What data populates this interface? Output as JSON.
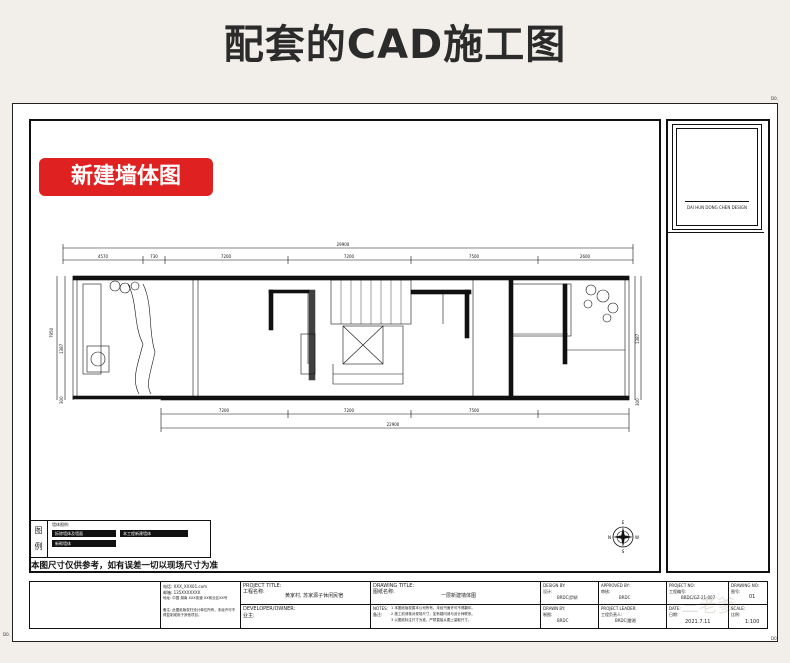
{
  "header": {
    "title": "配套的CAD施工图"
  },
  "sheet": {
    "corner_tr": "D0.",
    "corner_bl": "D0.",
    "corner_br": "D0.",
    "badge": "新建墙体图",
    "logo_text": "DAI HUN DONG CHEN DESIGN",
    "dims_top": {
      "total": "29900",
      "segments": [
        "4570",
        "730",
        "7200",
        "7200",
        "7500",
        "2600"
      ]
    },
    "dims_bottom": {
      "total": "22900",
      "segments": [
        "7200",
        "7200",
        "7500"
      ]
    },
    "dims_left": [
      "7950",
      "1387",
      "300"
    ],
    "dims_right": [
      "1387",
      "300"
    ],
    "legend": {
      "label_a": "图",
      "label_b": "例",
      "title": "墙体图例:",
      "items": [
        "拆除墙体及墙面",
        "本工程新建墙体",
        "新砌墙体"
      ]
    },
    "note": "本图尺寸仅供参考，如有误差一切以现场尺寸为准",
    "compass": {
      "n": "N",
      "e": "E",
      "w": "W",
      "s": "S"
    },
    "watermark": "三老爹"
  },
  "title_block": {
    "company": [
      "电话: XXX_XXX01.com",
      "邮箱: 135XXXXXXX",
      "地址: 中国 湖南 XXX街道 XX商业区XX号"
    ],
    "company_note": "备注: 此图纸版权归设计单位所有，未经许可不得复制或用于其他项目。",
    "project_title_label": "PROJECT TITLE:",
    "project_name_label": "工程名称:",
    "project_name": "黄家村, 苏家源子休闲民宿",
    "developer_label": "DEVELOPER/OWNER:",
    "owner_label": "业主:",
    "drawing_title_label": "DRAWING TITLE:",
    "drawing_name_label": "图纸名称:",
    "drawing_name": "一层新建墙体图",
    "notes_label": "NOTES:",
    "notes_cn": "备注:",
    "notes": [
      "1 本图纸版权属本公司所有，未经书面许可不得翻印。",
      "2 施工前请核对现场尺寸，如有疑问请与设计师联系。",
      "3 以图纸标注尺寸为准，严禁直接从图上量取尺寸。"
    ],
    "design_by_label": "DESIGN BY:",
    "design_cn": "设计:",
    "design_by": "BRDC|伊妍",
    "drawn_by_label": "DRAWN BY:",
    "drawn_cn": "制图:",
    "drawn_by": "BRDC",
    "approved_by_label": "APPROVED BY:",
    "approved_cn": "审核:",
    "approved_by": "BRDC",
    "project_leader_label": "PROJECT LEADER:",
    "project_leader_cn": "工程负责人:",
    "project_leader": "BRDC|雷湘",
    "project_no_label": "PROJECT NO:",
    "project_no_cn": "工程编号:",
    "project_no": "BRDC/GZ-21-007",
    "date_label": "DATE:",
    "date_cn": "日期:",
    "date": "2021.7.11",
    "drawing_no_label": "DRAWING NO:",
    "drawing_no_cn": "图号:",
    "drawing_no": "01",
    "scale_label": "SCALE:",
    "scale_cn": "比例:",
    "scale": "1:100"
  }
}
